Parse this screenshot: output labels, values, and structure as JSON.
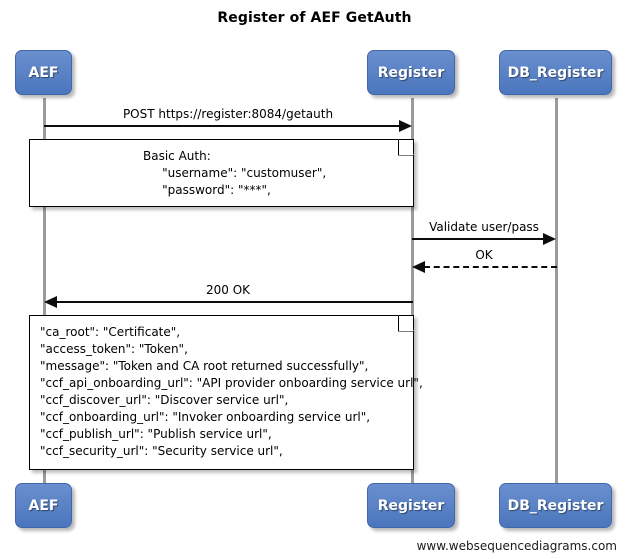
{
  "title": "Register of AEF GetAuth",
  "footer": "www.websequencediagrams.com",
  "colors": {
    "actor_fill_top": "#6a8fce",
    "actor_fill_bottom": "#4b76bd",
    "actor_text": "#ffffff",
    "lifeline": "#9b9b9b",
    "line": "#0d0d0d",
    "note_fill": "#ffffff",
    "background": "#ffffff"
  },
  "participants": [
    {
      "id": "aef",
      "label": "AEF"
    },
    {
      "id": "register",
      "label": "Register"
    },
    {
      "id": "db_register",
      "label": "DB_Register"
    }
  ],
  "messages": [
    {
      "id": "m1",
      "label": "POST https://register:8084/getauth",
      "from": "aef",
      "to": "register",
      "style": "solid",
      "direction": "right"
    },
    {
      "id": "m2",
      "label": "Validate user/pass",
      "from": "register",
      "to": "db_register",
      "style": "solid",
      "direction": "right"
    },
    {
      "id": "m3",
      "label": "OK",
      "from": "db_register",
      "to": "register",
      "style": "dashed",
      "direction": "left"
    },
    {
      "id": "m4",
      "label": "200 OK",
      "from": "register",
      "to": "aef",
      "style": "solid",
      "direction": "left"
    }
  ],
  "notes": [
    {
      "id": "note-basic-auth",
      "lines": [
        "Basic Auth:",
        "     \"username\": \"customuser\",",
        "     \"password\": \"***\","
      ]
    },
    {
      "id": "note-response-body",
      "lines": [
        "\"ca_root\": \"Certificate\",",
        "\"access_token\": \"Token\",",
        "\"message\": \"Token and CA root returned successfully\",",
        "\"ccf_api_onboarding_url\": \"API provider onboarding service url\",",
        "\"ccf_discover_url\": \"Discover service url\",",
        "\"ccf_onboarding_url\": \"Invoker onboarding service url\",",
        "\"ccf_publish_url\": \"Publish service url\",",
        "\"ccf_security_url\": \"Security service url\","
      ]
    }
  ]
}
